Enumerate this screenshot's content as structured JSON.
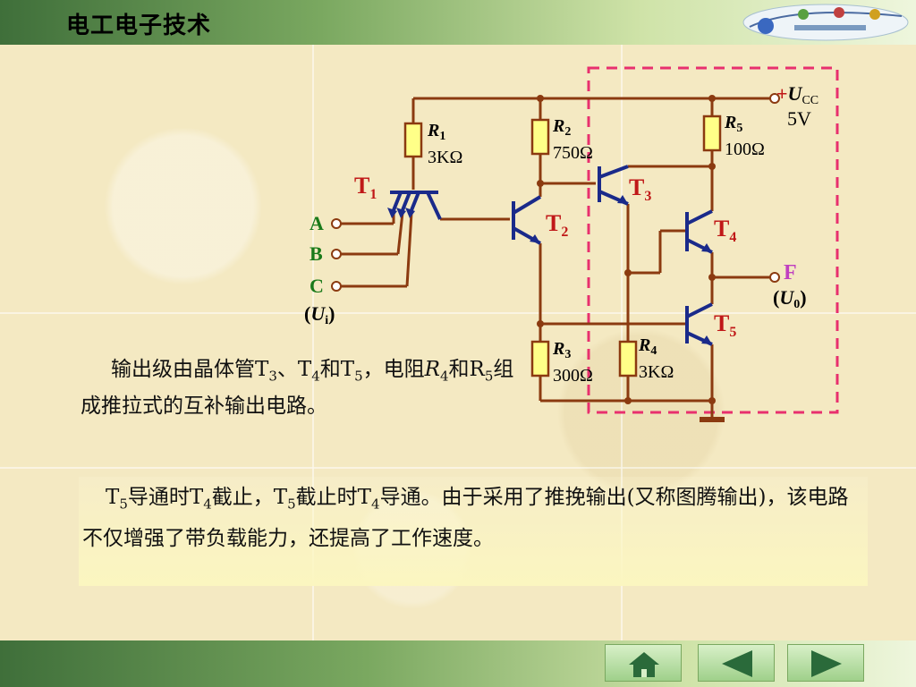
{
  "header": {
    "title": "电工电子技术"
  },
  "circuit": {
    "components": {
      "r1": {
        "name": "R",
        "sub": "1",
        "value": "3KΩ"
      },
      "r2": {
        "name": "R",
        "sub": "2",
        "value": "750Ω"
      },
      "r3": {
        "name": "R",
        "sub": "3",
        "value": "300Ω"
      },
      "r4": {
        "name": "R",
        "sub": "4",
        "value": "3KΩ"
      },
      "r5": {
        "name": "R",
        "sub": "5",
        "value": "100Ω"
      },
      "t1": {
        "name": "T",
        "sub": "1"
      },
      "t2": {
        "name": "T",
        "sub": "2"
      },
      "t3": {
        "name": "T",
        "sub": "3"
      },
      "t4": {
        "name": "T",
        "sub": "4"
      },
      "t5": {
        "name": "T",
        "sub": "5"
      }
    },
    "inputs": {
      "a": "A",
      "b": "B",
      "c": "C",
      "ui_open": "(",
      "ui": "U",
      "ui_sub": "i",
      "ui_close": ")"
    },
    "supply": {
      "plus": "+",
      "name": "U",
      "sub": "CC",
      "voltage": "5V"
    },
    "output": {
      "name": "F",
      "open": "(",
      "u": "U",
      "u_sub": "0",
      "close": ")"
    },
    "colors": {
      "wire": "#8b3a10",
      "transistor": "#1a2a8a",
      "resistor_fill": "#ffff88",
      "dashed_box": "#e8306e",
      "label_red": "#c01818",
      "label_green": "#1a7a1a"
    }
  },
  "text": {
    "p1": {
      "a": "输出级由晶体管T",
      "s1": "3",
      "b": "、T",
      "s2": "4",
      "c": "和T",
      "s3": "5",
      "d": "，",
      "e": "电阻",
      "r": "R",
      "s4": "4",
      "f": "和R",
      "s5": "5",
      "g": "组成推拉式的互补输出电路。"
    },
    "p2": {
      "a": "T",
      "s1": "5",
      "b": "导通时T",
      "s2": "4",
      "c": "截止，T",
      "s3": "5",
      "d": "截止时T",
      "s4": "4",
      "e": "导通。由于采用了推挽输出(又称图腾输出)，该电路不仅增强了带负载能力，还提高了工作速度。"
    }
  },
  "nav": {
    "home": "home-icon",
    "prev": "triangle-left-icon",
    "next": "triangle-right-icon"
  }
}
